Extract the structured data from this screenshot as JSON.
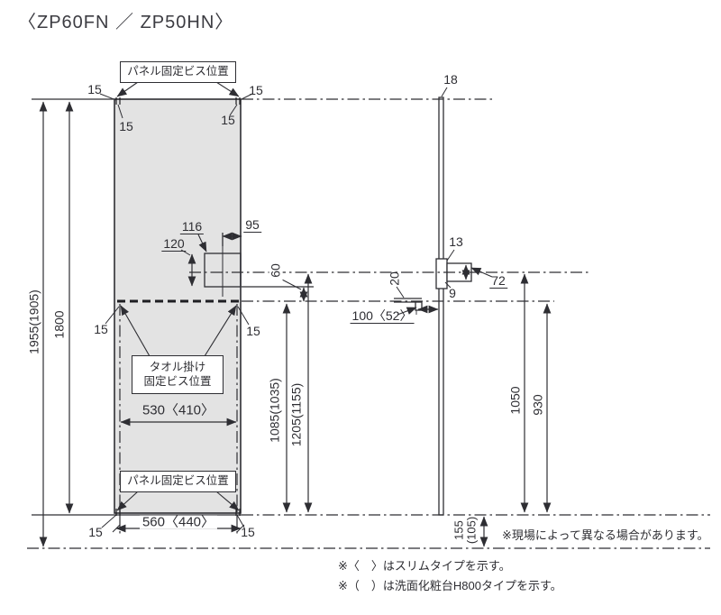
{
  "title": "〈ZP60FN ／ ZP50HN〉",
  "boxes": {
    "panel_screw": "パネル固定ビス位置",
    "towel_line1": "タオル掛け",
    "towel_line2": "固定ビス位置"
  },
  "dims": {
    "offset15": "15",
    "panel_thickness": "18",
    "height_total": "1955(1905)",
    "height_1800": "1800",
    "box_width": "116",
    "box_to_edge": "95",
    "box_height": "120",
    "gap60": "60",
    "height_mid_low": "1085(1035)",
    "height_mid_high": "1205(1155)",
    "width_screws": "530〈410〉",
    "width_panel": "560〈440〉",
    "side_13": "13",
    "side_72": "72",
    "side_9": "9",
    "side_20": "20",
    "side_depth": "100〈52〉",
    "height_1050": "1050",
    "height_930": "930",
    "height_155_line1": "155",
    "height_155_line2": "(105)"
  },
  "notes": {
    "site": "※現場によって異なる場合があります。",
    "slim": "※〈　〉はスリムタイプを示す。",
    "h800": "※（　）は洗面化粧台H800タイプを示す。"
  },
  "colors": {
    "panel_fill": "#e3e3e3",
    "line": "#2e2e33",
    "background": "#ffffff"
  }
}
